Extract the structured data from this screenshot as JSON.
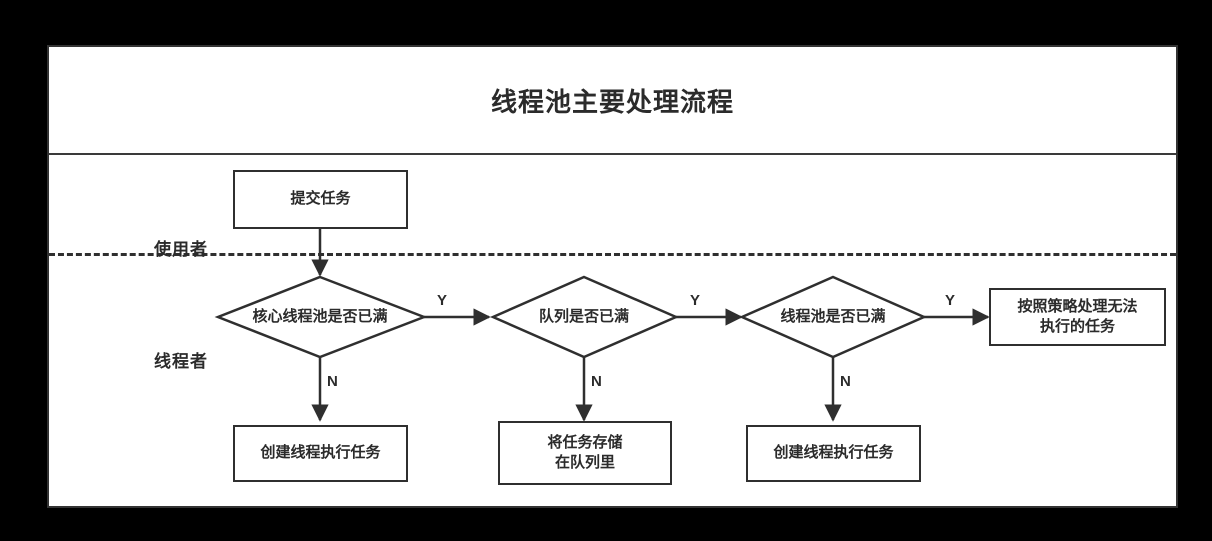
{
  "diagram": {
    "title": "线程池主要处理流程",
    "background_color": "#000000",
    "panel_color": "#ffffff",
    "stroke_color": "#2f2f2f",
    "text_color": "#2b2b2b",
    "lanes": [
      {
        "id": "user",
        "label": "使用者"
      },
      {
        "id": "thread",
        "label": "线程者"
      }
    ],
    "nodes": {
      "submit_task": {
        "label": "提交任务",
        "shape": "box",
        "lane": "user"
      },
      "core_pool_full": {
        "label": "核心线程池是否已满",
        "shape": "diamond",
        "lane": "thread"
      },
      "queue_full": {
        "label": "队列是否已满",
        "shape": "diamond",
        "lane": "thread"
      },
      "pool_full": {
        "label": "线程池是否已满",
        "shape": "diamond",
        "lane": "thread"
      },
      "reject_policy": {
        "label_line1": "按照策略处理无法",
        "label_line2": "执行的任务",
        "shape": "box",
        "lane": "thread"
      },
      "create_thread_1": {
        "label": "创建线程执行任务",
        "shape": "box",
        "lane": "thread"
      },
      "store_in_queue": {
        "label_line1": "将任务存储",
        "label_line2": "在队列里",
        "shape": "box",
        "lane": "thread"
      },
      "create_thread_2": {
        "label": "创建线程执行任务",
        "shape": "box",
        "lane": "thread"
      }
    },
    "edge_labels": {
      "yes_core": "Y",
      "no_core": "N",
      "yes_queue": "Y",
      "no_queue": "N",
      "yes_pool": "Y",
      "no_pool": "N"
    }
  }
}
